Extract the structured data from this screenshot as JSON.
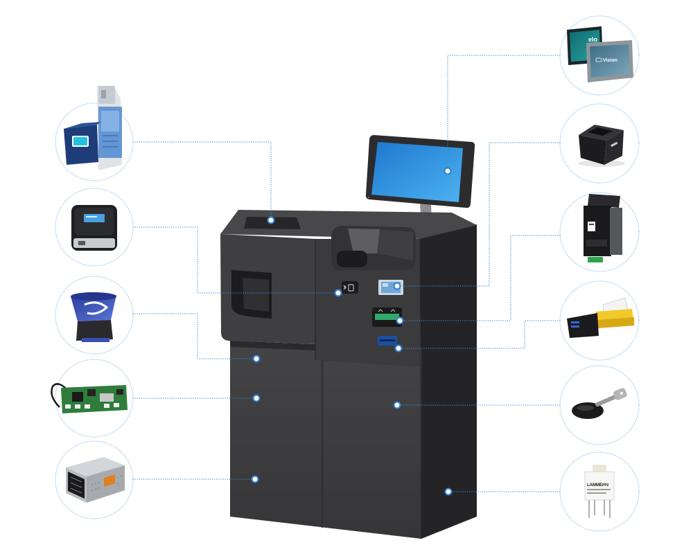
{
  "diagram": {
    "accent_color": "#3d8ad6",
    "ring_color": "#7fb2e5",
    "marker_color": "#2f80d4",
    "kiosk_color": "#3a3a3c",
    "screen_color": "#2f8fe0"
  },
  "left_callouts": [
    {
      "icon": "coin-validator-icon"
    },
    {
      "icon": "contactless-reader-icon"
    },
    {
      "icon": "coin-hopper-icon"
    },
    {
      "icon": "control-board-icon"
    },
    {
      "icon": "power-supply-icon"
    }
  ],
  "right_callouts": [
    {
      "icon": "touch-monitor-icon"
    },
    {
      "icon": "barcode-scanner-icon"
    },
    {
      "icon": "bill-validator-icon"
    },
    {
      "icon": "card-dispenser-icon"
    },
    {
      "icon": "cabinet-lock-icon"
    },
    {
      "icon": "door-switch-icon"
    }
  ],
  "thumbnails": {
    "monitors": {
      "back_brand": "elo",
      "front_brand": "Vision"
    },
    "door_switch": {
      "brand": "LAMME",
      "model": "PP2"
    }
  }
}
